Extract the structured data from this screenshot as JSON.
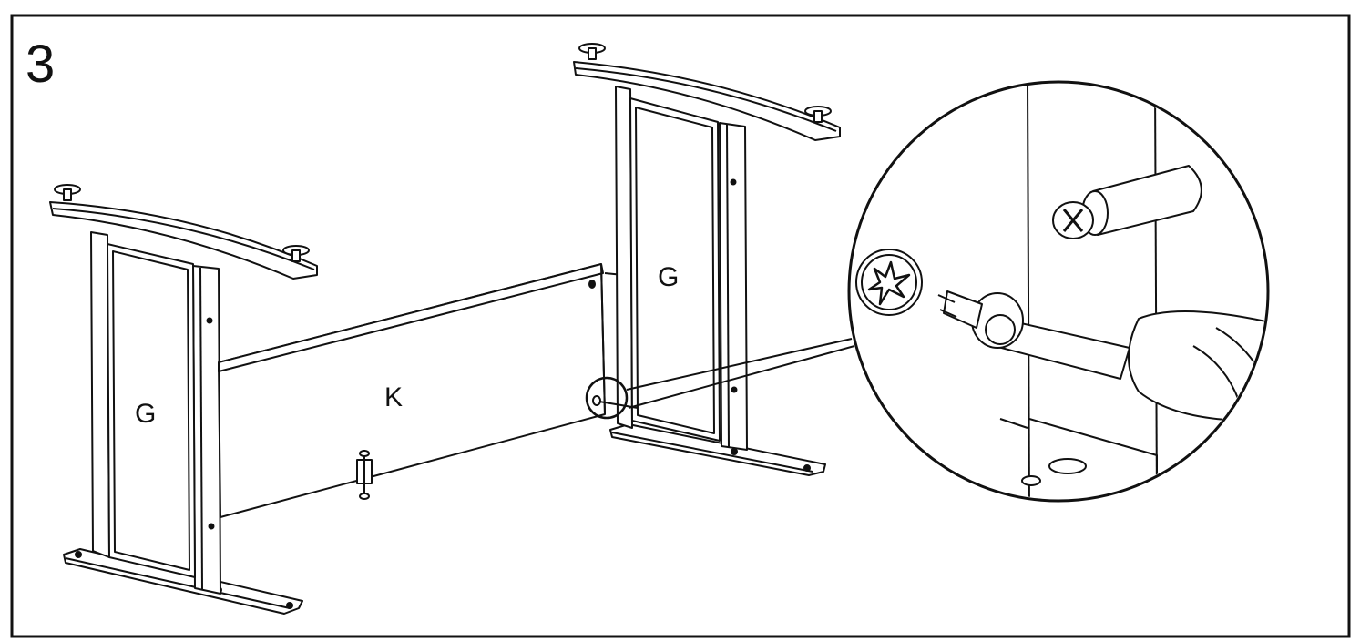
{
  "step_number": "3",
  "labels": {
    "left_leg": "G",
    "right_leg": "G",
    "panel": "K"
  }
}
